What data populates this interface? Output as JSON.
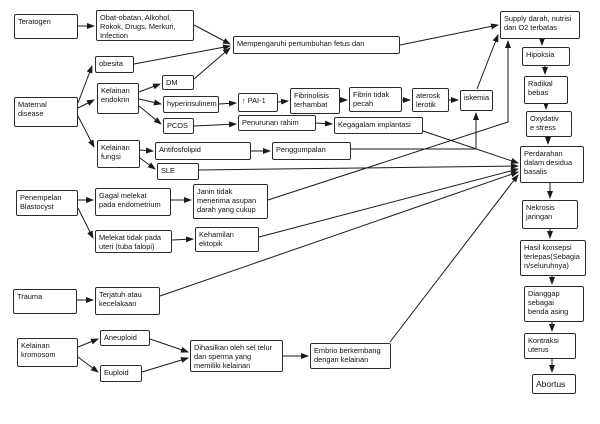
{
  "diagram": {
    "background_color": "#ffffff",
    "line_color": "#1a1a1a",
    "nodes": {
      "teratogen": {
        "label": "Teratogen"
      },
      "obat": {
        "label": "Obat-obatan, Alkohol,\nRokok, Drugs, Merkuri,\nInfection"
      },
      "mempengaruhi": {
        "label": "Mempengaruhi pertumbuhan fetus dan"
      },
      "supply": {
        "label": "Supply darah, nutrisi\ndan O2 terbatas"
      },
      "obesita": {
        "label": "obesita"
      },
      "maternal": {
        "label": "Maternal\ndisease"
      },
      "endokrin": {
        "label": "Kelainan\nendokrin"
      },
      "dm": {
        "label": "DM"
      },
      "hyperinsulinem": {
        "label": "hyperinsulinem"
      },
      "pcos": {
        "label": "PCOS"
      },
      "pai": {
        "label": "↑ PAI-1"
      },
      "fibrinolisis": {
        "label": "Fibrinolisis\nterhambat"
      },
      "fibrin": {
        "label": "Fibrin tidak\npecah"
      },
      "aterosk": {
        "label": "aterosk\nlerotik"
      },
      "iskemia": {
        "label": "iskemia"
      },
      "penurunan": {
        "label": "Penurunan rahim"
      },
      "kegagalan": {
        "label": "Kegagalam implantasi"
      },
      "fungsi": {
        "label": "Kelainan\nfungsi"
      },
      "antifosfolipid": {
        "label": "Antifosfolipid"
      },
      "penggumpalan": {
        "label": "Penggumpalan"
      },
      "sle": {
        "label": "SLE"
      },
      "hipoksia": {
        "label": "Hipoksia"
      },
      "radikal": {
        "label": "Radikal\nbebas"
      },
      "oxydative": {
        "label": "Oxydativ\ne stress"
      },
      "perdarahan": {
        "label": "Perdarahan\ndalam desidua\nbasalis"
      },
      "nekrosis": {
        "label": "Nekrosis\njaringan"
      },
      "hasil": {
        "label": "Hasil konsepsi\nterlepas(Sebagia\nn/seluruhnya)"
      },
      "dianggap": {
        "label": "Dianggap\nsebagai\nbenda asing"
      },
      "kontraksi": {
        "label": "Kontraksi\nuterus"
      },
      "abortus": {
        "label": "Abortus"
      },
      "penempelan": {
        "label": "Penempelan\nBlastocyst"
      },
      "gagal": {
        "label": "Gagal melekat\npada endometrium"
      },
      "janin": {
        "label": "Janin tidak\nmenerima asupan\ndarah yang cukup"
      },
      "melekat": {
        "label": "Melekat tidak pada\nuteri (tuba falopi)"
      },
      "ektopik": {
        "label": "Kehamilan\nektopik"
      },
      "trauma": {
        "label": "Trauma"
      },
      "terjatuh": {
        "label": "Terjatuh atau\nkecelakaan"
      },
      "kromosom": {
        "label": "Kelainan\nkromosom"
      },
      "aneuploid": {
        "label": "Aneuploid"
      },
      "euploid": {
        "label": "Euploid"
      },
      "dihasilkan": {
        "label": "Dihasilkan oleh sel telur\ndan sperma yang\nmemiliki kelainan"
      },
      "embrio": {
        "label": "Embrio berkembang\ndengan kelainan"
      }
    },
    "edges": [
      "teratogen → obat",
      "obat → mempengaruhi",
      "obesita → mempengaruhi",
      "dm → mempengaruhi",
      "maternal → obesita",
      "maternal → endokrin",
      "maternal → fungsi",
      "endokrin → dm",
      "endokrin → hyperinsulinem",
      "endokrin → pcos",
      "hyperinsulinem → pai",
      "pai → fibrinolisis",
      "fibrinolisis → fibrin",
      "fibrin → aterosk",
      "aterosk → iskemia",
      "iskemia → supply",
      "mempengaruhi → supply",
      "pcos → penurunan",
      "penurunan → kegagalan",
      "kegagalan → perdarahan",
      "fungsi → antifosfolipid",
      "fungsi → sle",
      "antifosfolipid → penggumpalan",
      "penggumpalan → iskemia",
      "sle → perdarahan",
      "janin → supply",
      "supply → hipoksia",
      "hipoksia → radikal",
      "radikal → oxydative",
      "oxydative → perdarahan",
      "perdarahan → nekrosis",
      "nekrosis → hasil",
      "hasil → dianggap",
      "dianggap → kontraksi",
      "kontraksi → abortus",
      "penempelan → gagal",
      "penempelan → melekat",
      "gagal → janin",
      "melekat → ektopik",
      "ektopik → perdarahan",
      "trauma → terjatuh",
      "terjatuh → perdarahan",
      "kromosom → aneuploid",
      "kromosom → euploid",
      "aneuploid → dihasilkan",
      "euploid → dihasilkan",
      "dihasilkan → embrio",
      "embrio → perdarahan"
    ]
  }
}
